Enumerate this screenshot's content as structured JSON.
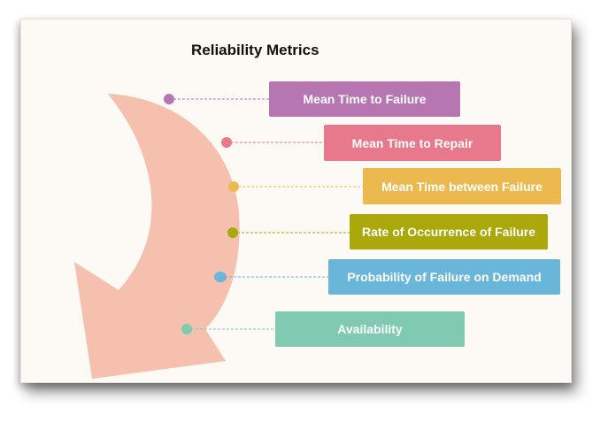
{
  "title": "Reliability Metrics",
  "metrics": [
    {
      "label": "Mean Time to Failure",
      "color": "#b676b2"
    },
    {
      "label": "Mean Time to Repair",
      "color": "#e8788c"
    },
    {
      "label": "Mean Time between Failure",
      "color": "#ebb94e"
    },
    {
      "label": "Rate of Occurrence of Failure",
      "color": "#aaa80a"
    },
    {
      "label": "Probability of Failure on Demand",
      "color": "#6ab5da"
    },
    {
      "label": "Availability",
      "color": "#7fcab1"
    }
  ],
  "arrow_color": "#f6c0ae",
  "background_color": "#fdf9f4"
}
